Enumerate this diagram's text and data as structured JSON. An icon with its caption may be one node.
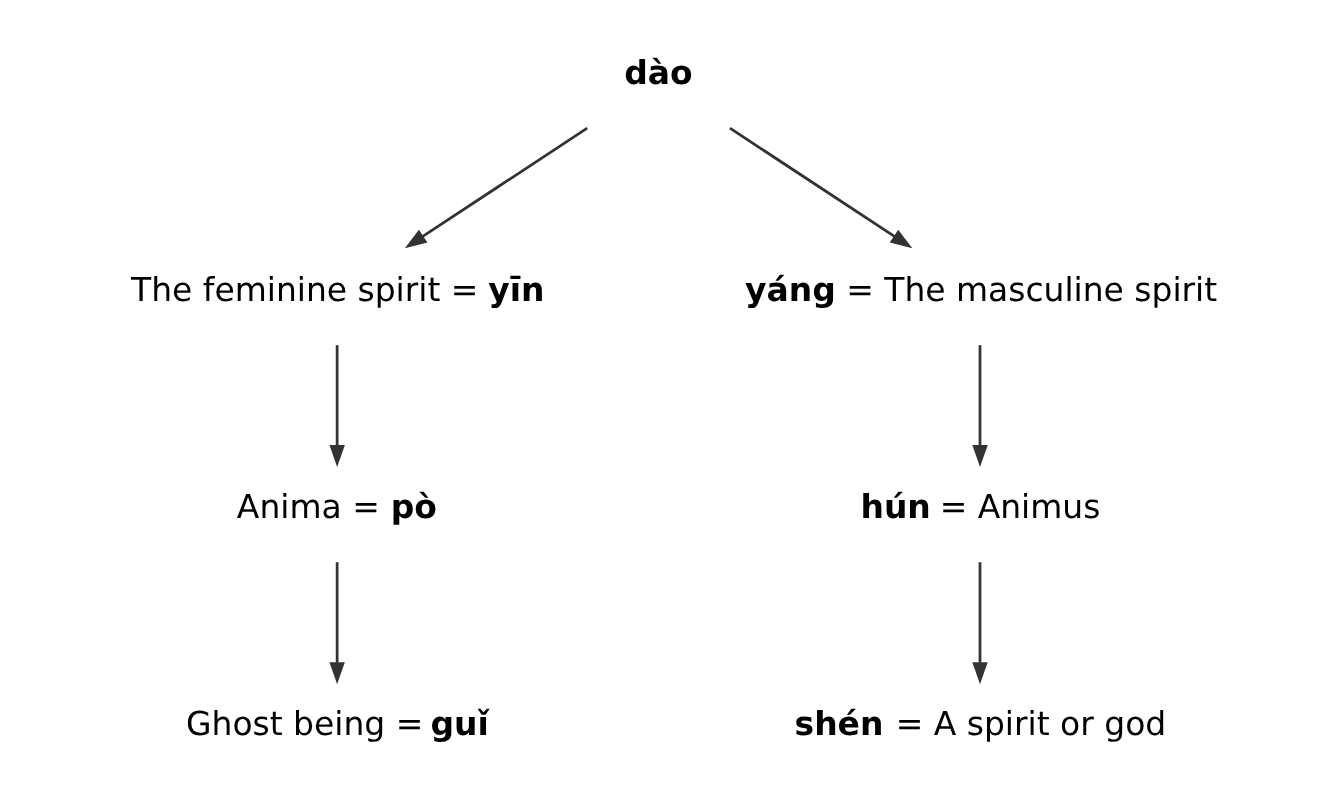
{
  "diagram": {
    "nodes": [
      {
        "text": [
          "**dào**"
        ]
      },
      {
        "text": [
          "The feminine spirit = **yīn**"
        ]
      },
      {
        "text": [
          "**yáng** = The masculine spirit"
        ]
      },
      {
        "text": [
          "Anima = **pò**"
        ]
      },
      {
        "text": [
          "**hún** = Animus"
        ]
      },
      {
        "text": [
          "Ghost being = **guǐ**"
        ]
      },
      {
        "text": [
          "**shén** = A spirit or god"
        ]
      }
    ],
    "edges": [
      {
        "from": 0,
        "to": 1,
        "arrow": "to"
      },
      {
        "from": 0,
        "to": 2,
        "arrow": "to"
      },
      {
        "from": 1,
        "to": 3,
        "arrow": "to"
      },
      {
        "from": 2,
        "to": 4,
        "arrow": "to"
      },
      {
        "from": 3,
        "to": 5,
        "arrow": "to"
      },
      {
        "from": 4,
        "to": 6,
        "arrow": "to"
      }
    ]
  }
}
